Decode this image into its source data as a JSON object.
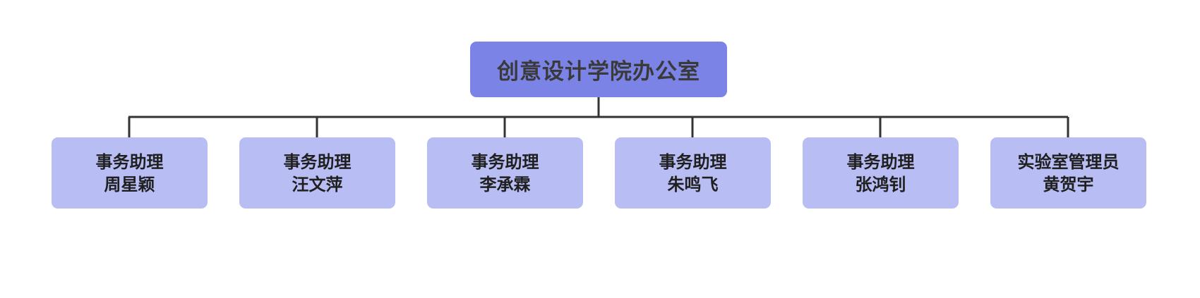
{
  "org_chart": {
    "root": {
      "title": "创意设计学院办公室"
    },
    "children": [
      {
        "role": "事务助理",
        "name": "周星颖"
      },
      {
        "role": "事务助理",
        "name": "汪文萍"
      },
      {
        "role": "事务助理",
        "name": "李承霖"
      },
      {
        "role": "事务助理",
        "name": "朱鸣飞"
      },
      {
        "role": "事务助理",
        "name": "张鸿钊"
      },
      {
        "role": "实验室管理员",
        "name": "黄贺宇"
      }
    ],
    "colors": {
      "root_fill": "#7b84e6",
      "child_fill": "#b8bdf4",
      "connector": "#333333"
    }
  }
}
